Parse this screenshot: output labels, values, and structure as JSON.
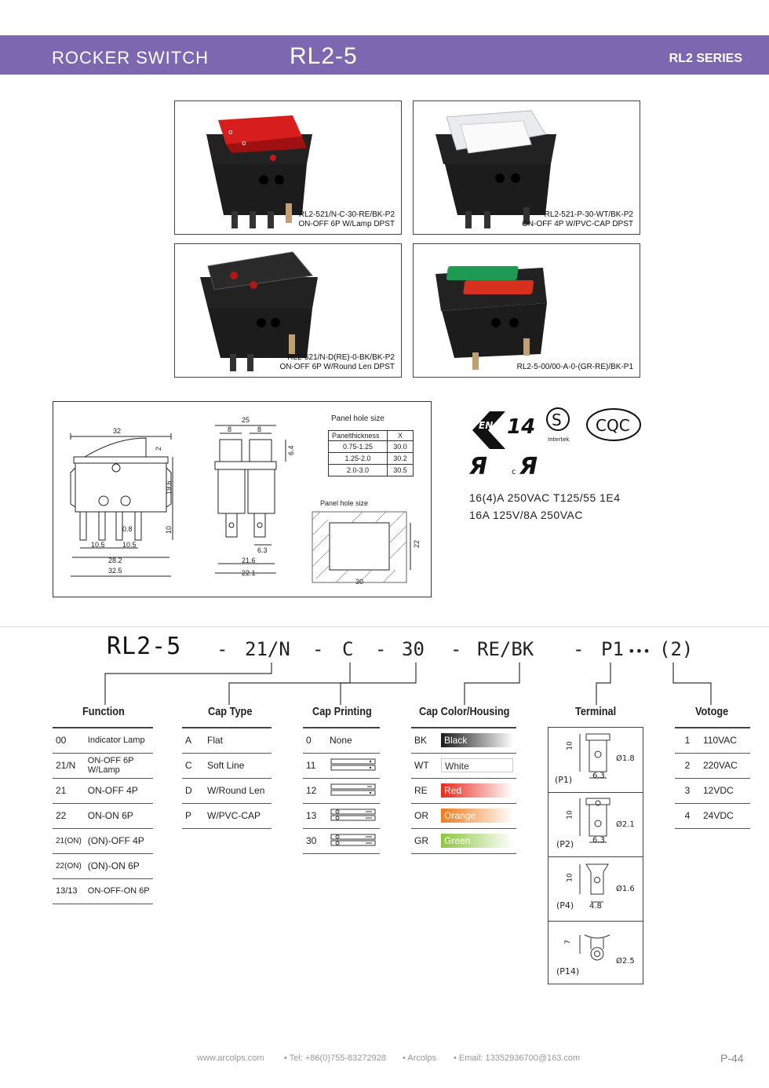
{
  "header": {
    "left": "ROCKER SWITCH",
    "model": "RL2-5",
    "series": "RL2 SERIES"
  },
  "products": [
    {
      "caption_line1": "RL2-521/N-C-30-RE/BK-P2",
      "caption_line2": "ON-OFF 6P W/Lamp DPST",
      "cap_color": "#d81d1d"
    },
    {
      "caption_line1": "RL2-521-P-30-WT/BK-P2",
      "caption_line2": "ON-OFF 4P W/PVC-CAP DPST",
      "cap_color": "#eeeeee"
    },
    {
      "caption_line1": "RL2-521/N-D(RE)-0-BK/BK-P2",
      "caption_line2": "ON-OFF 6P W/Round Len DPST",
      "cap_color": "#2a2a2a"
    },
    {
      "caption_line1": "RL2-5-00/00-A-0-(GR-RE)/BK-P1",
      "caption_line2": "",
      "cap_color": "#1e9a55"
    }
  ],
  "drawing": {
    "front": {
      "w32": "32",
      "h2": "2",
      "h19_6": "19.6",
      "h10": "10",
      "d0_8": "0.8",
      "p10_5a": "10.5",
      "p10_5b": "10.5",
      "w28_2": "28.2",
      "w32_5": "32.5"
    },
    "side": {
      "w25": "25",
      "w8a": "8",
      "w8b": "8",
      "h6_4": "6.4",
      "w6_3": "6.3",
      "w21_6": "21.6",
      "w22_1": "22.1"
    },
    "panel_table": {
      "title": "Panel hole size",
      "headers": [
        "Panelthickness",
        "X"
      ],
      "rows": [
        [
          "0.75-1.25",
          "30.0"
        ],
        [
          "1.25-2.0",
          "30.2"
        ],
        [
          "2.0-3.0",
          "30.5"
        ]
      ]
    },
    "panel_hole": {
      "title": "Panel hole size",
      "w": "30",
      "h": "22"
    }
  },
  "certs": {
    "enec": "14",
    "s_mark": "S",
    "intertek": "Intertek",
    "cqc": "CQC",
    "c": "c",
    "rating1": "16(4)A 250VAC T125/55 1E4",
    "rating2": "16A 125V/8A 250VAC"
  },
  "part_number": {
    "main": "RL2-5",
    "segments": [
      "-",
      "21/N",
      "-",
      "C",
      "-",
      "30",
      "-",
      "RE/BK",
      "-",
      "P1",
      "•••",
      "(2)"
    ]
  },
  "function": {
    "title": "Function",
    "rows": [
      [
        "00",
        "Indicator Lamp"
      ],
      [
        "21/N",
        "ON-OFF 6P W/Lamp"
      ],
      [
        "21",
        "ON-OFF 4P"
      ],
      [
        "22",
        "ON-ON 6P"
      ],
      [
        "21(ON)",
        "(ON)-OFF 4P"
      ],
      [
        "22(ON)",
        "(ON)-ON 6P"
      ],
      [
        "13/13",
        "ON-OFF-ON 6P"
      ]
    ]
  },
  "cap_type": {
    "title": "Cap Type",
    "rows": [
      [
        "A",
        "Flat"
      ],
      [
        "C",
        "Soft Line"
      ],
      [
        "D",
        "W/Round Len"
      ],
      [
        "P",
        "W/PVC-CAP"
      ]
    ]
  },
  "cap_printing": {
    "title": "Cap Printing",
    "rows": [
      [
        "0",
        "None"
      ],
      [
        "11",
        ""
      ],
      [
        "12",
        ""
      ],
      [
        "13",
        ""
      ],
      [
        "30",
        ""
      ]
    ]
  },
  "cap_color": {
    "title": "Cap Color/Housing",
    "rows": [
      {
        "code": "BK",
        "name": "Black",
        "color": "#1a1a1a"
      },
      {
        "code": "WT",
        "name": "White",
        "color": "#ffffff"
      },
      {
        "code": "RE",
        "name": "Red",
        "color": "#e8281c"
      },
      {
        "code": "OR",
        "name": "Orange",
        "color": "#f07a1a"
      },
      {
        "code": "GR",
        "name": "Green",
        "color": "#8cc63e"
      }
    ]
  },
  "terminal": {
    "title": "Terminal",
    "items": [
      {
        "label": "(P1)",
        "h": "10",
        "dia": "Ø1.8",
        "w": "6.3"
      },
      {
        "label": "(P2)",
        "h": "10",
        "dia": "Ø2.1",
        "w": "6.3"
      },
      {
        "label": "(P4)",
        "h": "10",
        "dia": "Ø1.6",
        "w": "4.8"
      },
      {
        "label": "(P14)",
        "h": "7",
        "dia": "Ø2.5",
        "w": ""
      }
    ]
  },
  "voltage": {
    "title": "Votoge",
    "rows": [
      [
        "1",
        "110VAC"
      ],
      [
        "2",
        "220VAC"
      ],
      [
        "3",
        "12VDC"
      ],
      [
        "4",
        "24VDC"
      ]
    ]
  },
  "footer": {
    "web": "www.arcolps.com",
    "tel": "• Tel: +86(0)755-83272928",
    "brand": "• Arcolps",
    "email": "• Email: 13352936700@163.com",
    "page": "P-44"
  }
}
